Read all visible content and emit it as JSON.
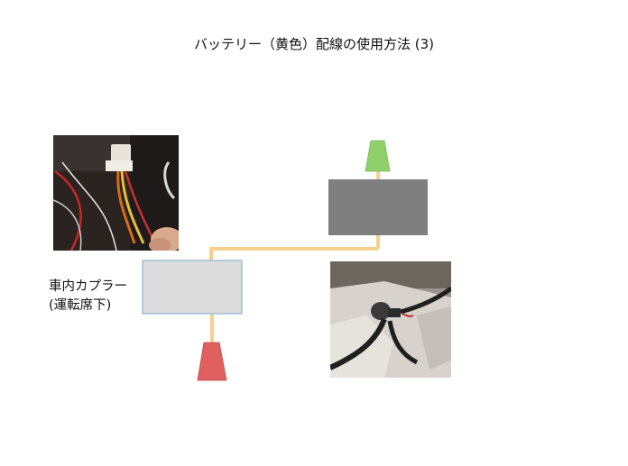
{
  "slide": {
    "title": "バッテリー（黄色）配線の使用方法 (3)",
    "coupler_label_line1": "車内カプラー",
    "coupler_label_line2": "(運転席下)"
  },
  "colors": {
    "wire": "#f6d08a",
    "coupler_box_fill": "#dcdcdc",
    "coupler_box_border": "#8fb4d8",
    "device_box": "#7f7f7f",
    "connector_green": "#8fd06a",
    "connector_red": "#e06060"
  },
  "icons": [
    "green-connector-icon",
    "red-connector-icon"
  ]
}
